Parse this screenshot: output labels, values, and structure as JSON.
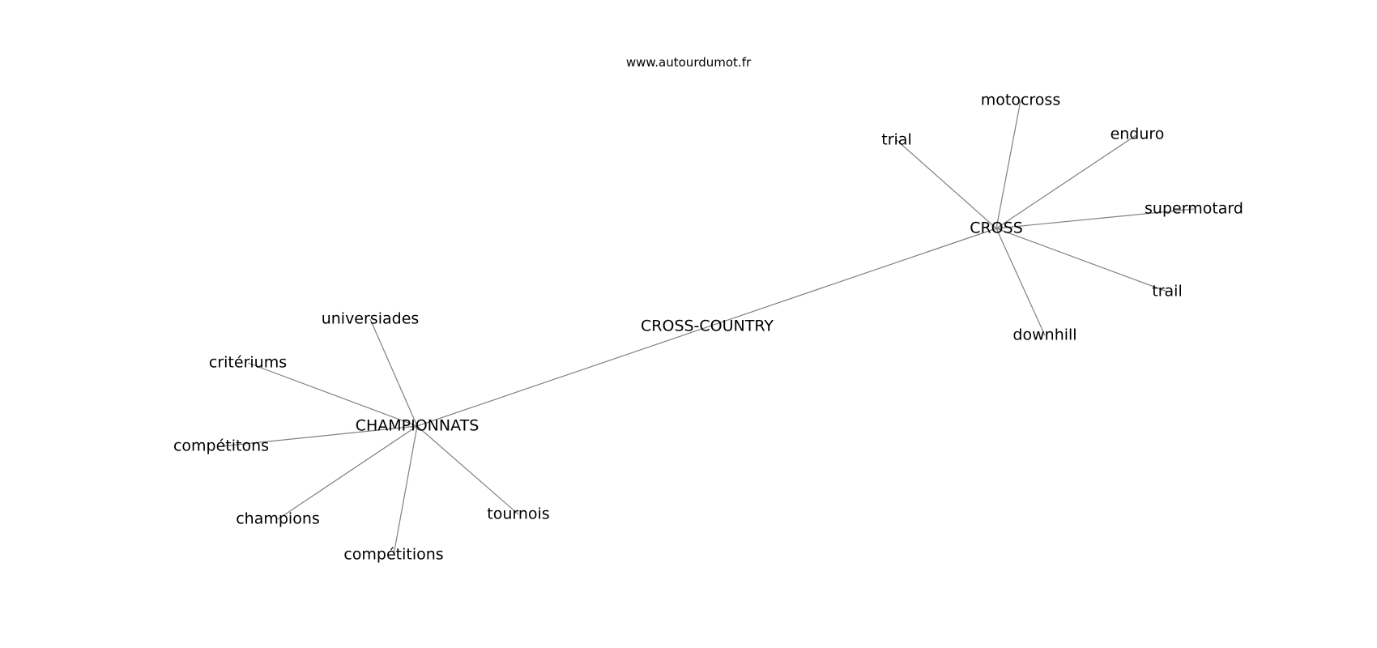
{
  "source": "www.autourdumot.fr",
  "colors": {
    "edge": "#808080",
    "text": "#000000",
    "background": "#ffffff"
  },
  "nodes": [
    {
      "id": "cross-country",
      "label": "CROSS-COUNTRY"
    },
    {
      "id": "cross",
      "label": "CROSS"
    },
    {
      "id": "championnats",
      "label": "CHAMPIONNATS"
    },
    {
      "id": "motocross",
      "label": "motocross"
    },
    {
      "id": "trial",
      "label": "trial"
    },
    {
      "id": "enduro",
      "label": "enduro"
    },
    {
      "id": "supermotard",
      "label": "supermotard"
    },
    {
      "id": "trail",
      "label": "trail"
    },
    {
      "id": "downhill",
      "label": "downhill"
    },
    {
      "id": "universiades",
      "label": "universiades"
    },
    {
      "id": "criteriums",
      "label": "critériums"
    },
    {
      "id": "competitons",
      "label": "compétitons"
    },
    {
      "id": "champions",
      "label": "champions"
    },
    {
      "id": "competitions",
      "label": "compétitions"
    },
    {
      "id": "tournois",
      "label": "tournois"
    }
  ],
  "edges": [
    [
      "championnats",
      "cross"
    ],
    [
      "cross",
      "motocross"
    ],
    [
      "cross",
      "trial"
    ],
    [
      "cross",
      "enduro"
    ],
    [
      "cross",
      "supermotard"
    ],
    [
      "cross",
      "trail"
    ],
    [
      "cross",
      "downhill"
    ],
    [
      "championnats",
      "universiades"
    ],
    [
      "championnats",
      "criteriums"
    ],
    [
      "championnats",
      "competitons"
    ],
    [
      "championnats",
      "champions"
    ],
    [
      "championnats",
      "competitions"
    ],
    [
      "championnats",
      "tournois"
    ]
  ]
}
